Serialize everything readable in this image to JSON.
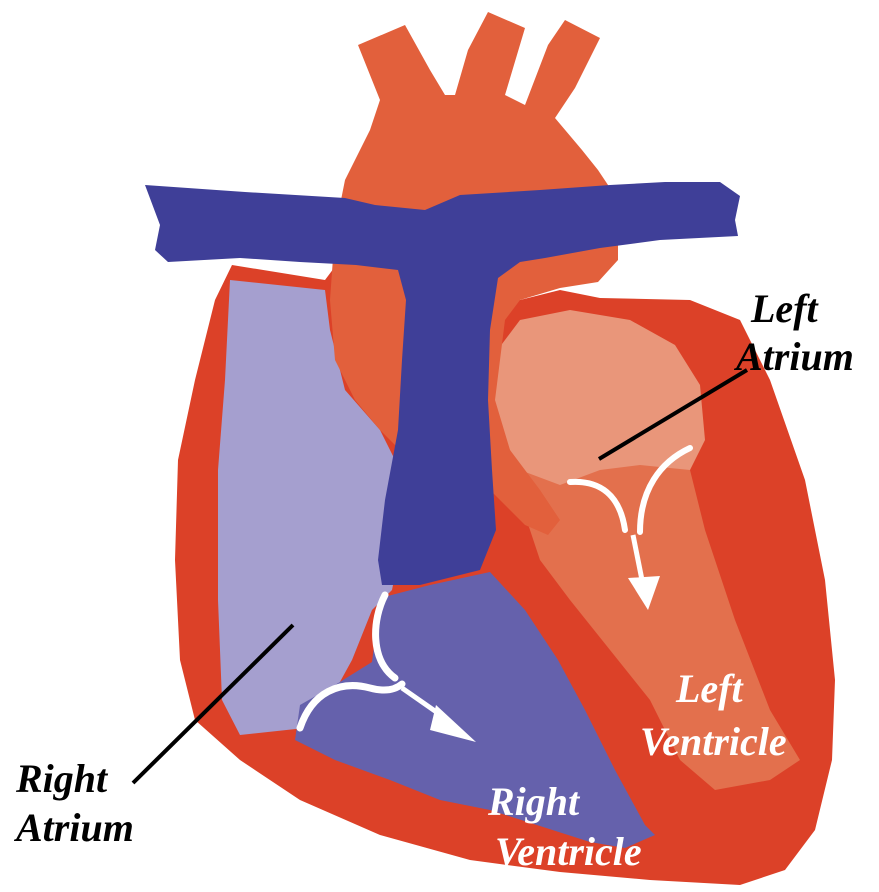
{
  "labels": {
    "left_atrium": {
      "line1": "Left",
      "line2": "Atrium"
    },
    "right_atrium": {
      "line1": "Right",
      "line2": "Atrium"
    },
    "left_ventricle": {
      "line1": "Left",
      "line2": "Ventricle"
    },
    "right_ventricle": {
      "line1": "Right",
      "line2": "Ventricle"
    }
  },
  "colors": {
    "background": "#ffffff",
    "heart_wall": "#dc4128",
    "aorta": "#e2603c",
    "vena_cava": "#3f3f98",
    "right_atrium": "#a59fcf",
    "right_ventricle": "#6561ac",
    "left_atrium": "#e9967a",
    "left_ventricle": "#e3704d",
    "flow_arrows": "#ffffff",
    "pointer_lines": "#000000"
  }
}
